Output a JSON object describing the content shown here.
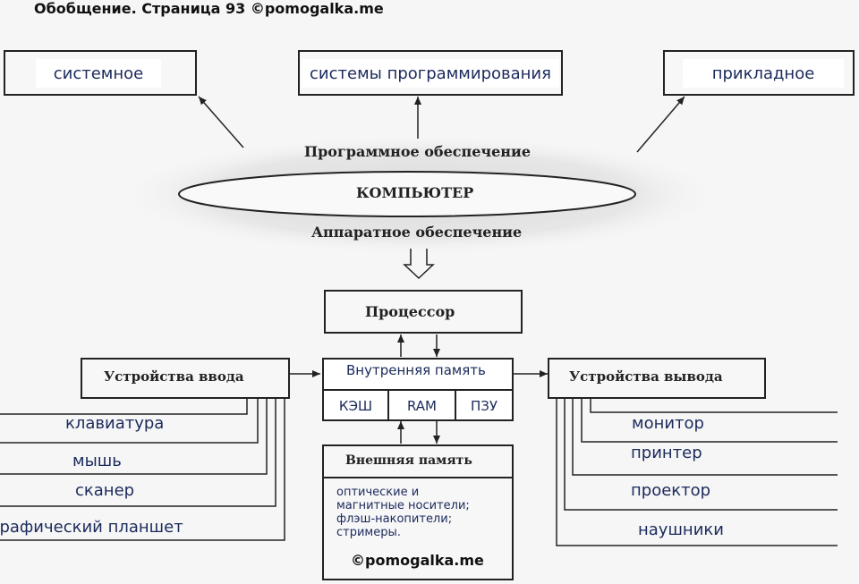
{
  "header": "Обобщение. Страница 93  ©pomogalka.me",
  "software": {
    "label": "Программное обеспечение",
    "system": "системное",
    "programming": "системы программирования",
    "applied": "прикладное"
  },
  "computer": "КОМПЬЮТЕР",
  "hardware": "Аппаратное обеспечение",
  "processor": "Процессор",
  "internal_memory": {
    "title": "Внутренняя память",
    "cells": [
      "КЭШ",
      "RAM",
      "ПЗУ"
    ]
  },
  "external_memory": {
    "title": "Внешняя память",
    "text": "оптические и\nмагнитные носители;\nфлэш-накопители;\nстримеры.",
    "watermark": "©pomogalka.me"
  },
  "input": {
    "title": "Устройства ввода",
    "items": [
      "клавиатура",
      "мышь",
      "сканер",
      "графический планшет"
    ]
  },
  "output": {
    "title": "Устройства вывода",
    "items": [
      "монитор",
      "принтер",
      "проектор",
      "наушники"
    ]
  }
}
